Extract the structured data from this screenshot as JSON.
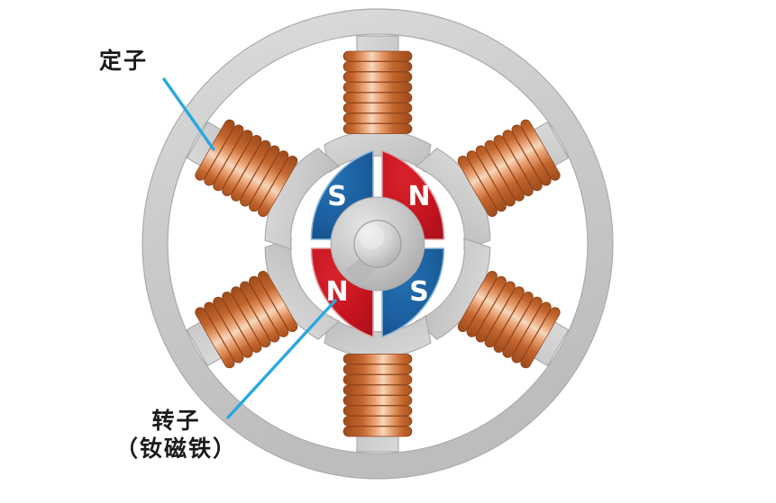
{
  "diagram": {
    "title": "BLDC motor cross-section diagram",
    "background_color": "#ffffff"
  },
  "labels": {
    "stator": {
      "text": "定子",
      "meaning": "stator",
      "leader_line_color": "#29a8e0",
      "text_color": "#1a1a1a"
    },
    "rotor": {
      "line1": "转子",
      "line2": "（钕磁铁）",
      "meaning": "rotor (neodymium magnet)",
      "leader_line_color": "#29a8e0",
      "text_color": "#1a1a1a"
    }
  },
  "rotor_poles": [
    {
      "position": "top-left",
      "label": "S",
      "color": "#1b5f9e",
      "angle_deg": 225
    },
    {
      "position": "top-right",
      "label": "N",
      "color": "#c6141f",
      "angle_deg": 315
    },
    {
      "position": "bottom-right",
      "label": "S",
      "color": "#1b5f9e",
      "angle_deg": 45
    },
    {
      "position": "bottom-left",
      "label": "N",
      "color": "#c6141f",
      "angle_deg": 135
    }
  ],
  "stator": {
    "tooth_count": 6,
    "tooth_angles_deg": [
      0,
      60,
      120,
      180,
      240,
      300
    ],
    "ring_color": "#c9c9c9",
    "ring_outline": "#a8a8a8",
    "coil_color": "#c4662e",
    "coil_highlight": "#f0c9a8",
    "coil_turns": 8
  },
  "hub": {
    "shaft_color": "#d8d8d8",
    "boss_color": "#b9b9b9"
  },
  "colors": {
    "north_red": "#c6141f",
    "south_blue": "#1b5f9e",
    "steel_gray": "#c9c9c9",
    "copper": "#c4662e",
    "accent_blue": "#29a8e0"
  }
}
